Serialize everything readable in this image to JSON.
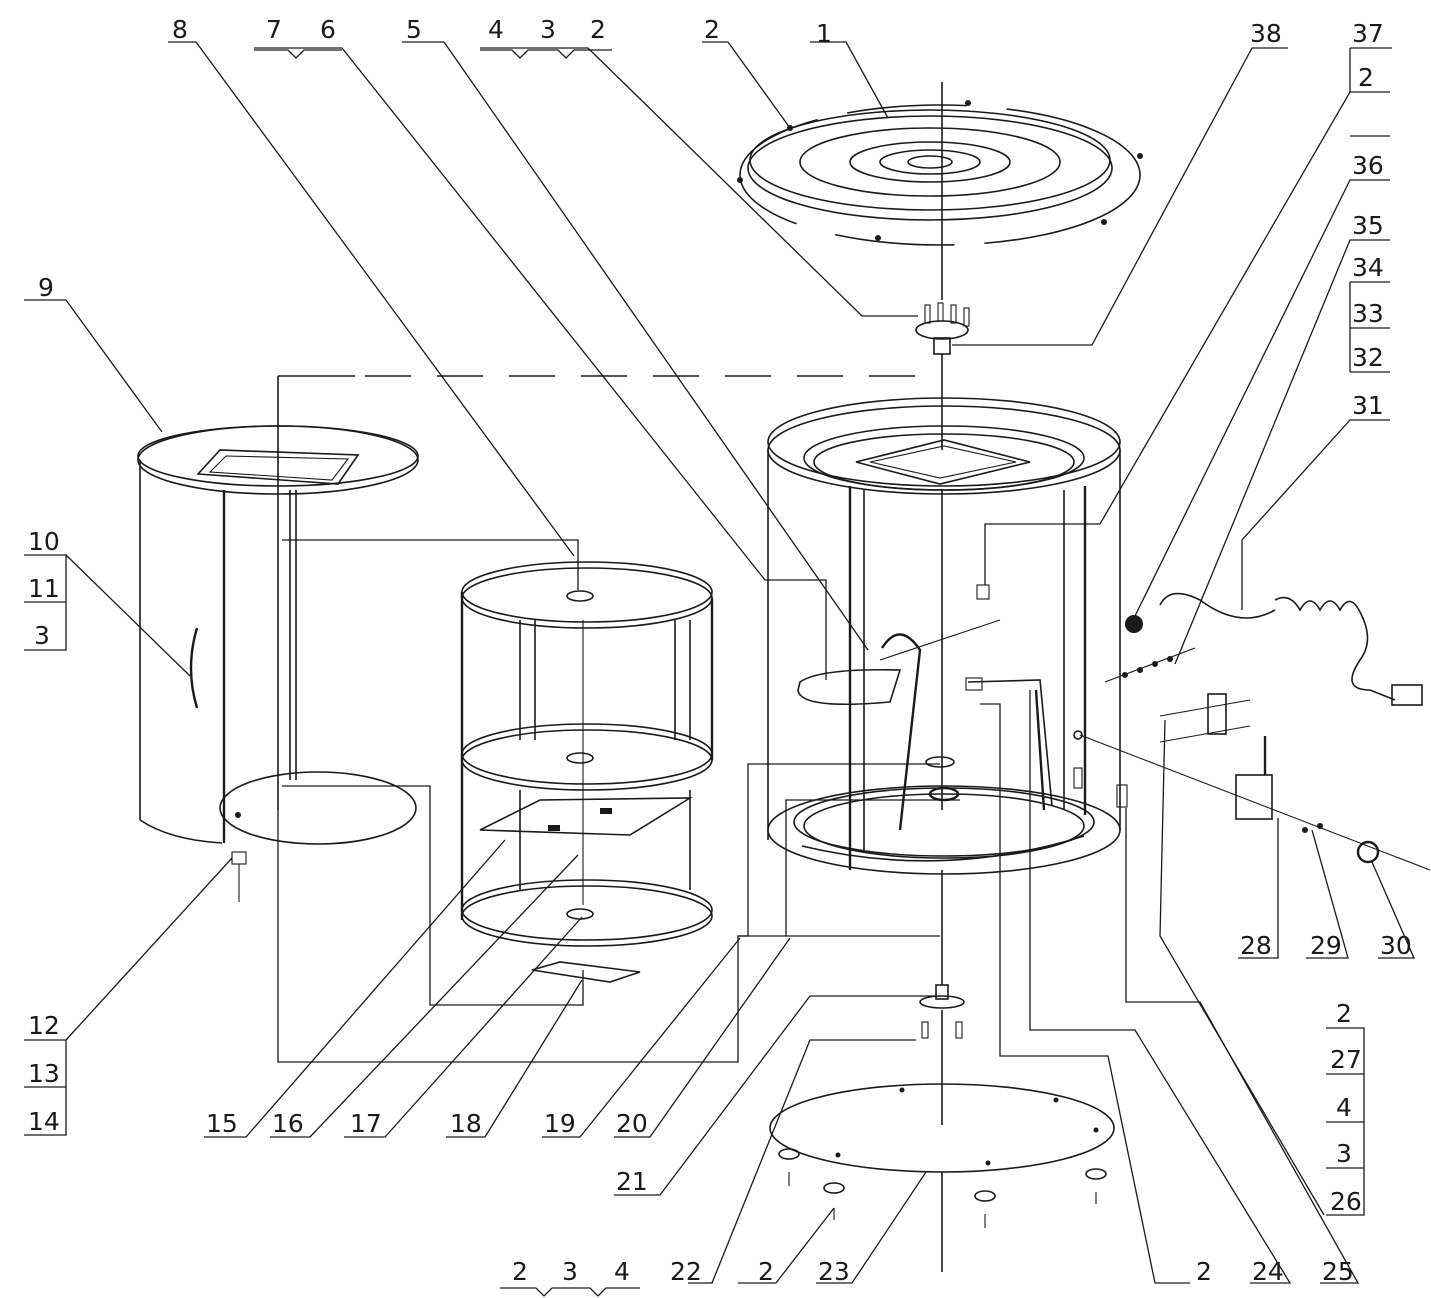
{
  "colors": {
    "ink": "#1a1a1a",
    "background": "#ffffff"
  },
  "labels": {
    "top": [
      "8",
      "7",
      "6",
      "5",
      "4",
      "3",
      "2",
      "2",
      "1",
      "38",
      "37"
    ],
    "right_column": [
      "2",
      "36",
      "35",
      "34",
      "33",
      "32",
      "31"
    ],
    "left_10": [
      "10",
      "11",
      "3"
    ],
    "left_9": "9",
    "left_bottom": [
      "12",
      "13",
      "14"
    ],
    "bottom_row": [
      "15",
      "16",
      "17",
      "18",
      "19",
      "20"
    ],
    "lower_mid": [
      "21",
      "22",
      "23"
    ],
    "bottom_left_group": [
      "2",
      "3",
      "4"
    ],
    "bottom_2": "2",
    "bottom_right": [
      "2",
      "24",
      "25"
    ],
    "right_lower": [
      "28",
      "29",
      "30"
    ],
    "right_stack": [
      "2",
      "27",
      "4",
      "3",
      "26"
    ]
  }
}
